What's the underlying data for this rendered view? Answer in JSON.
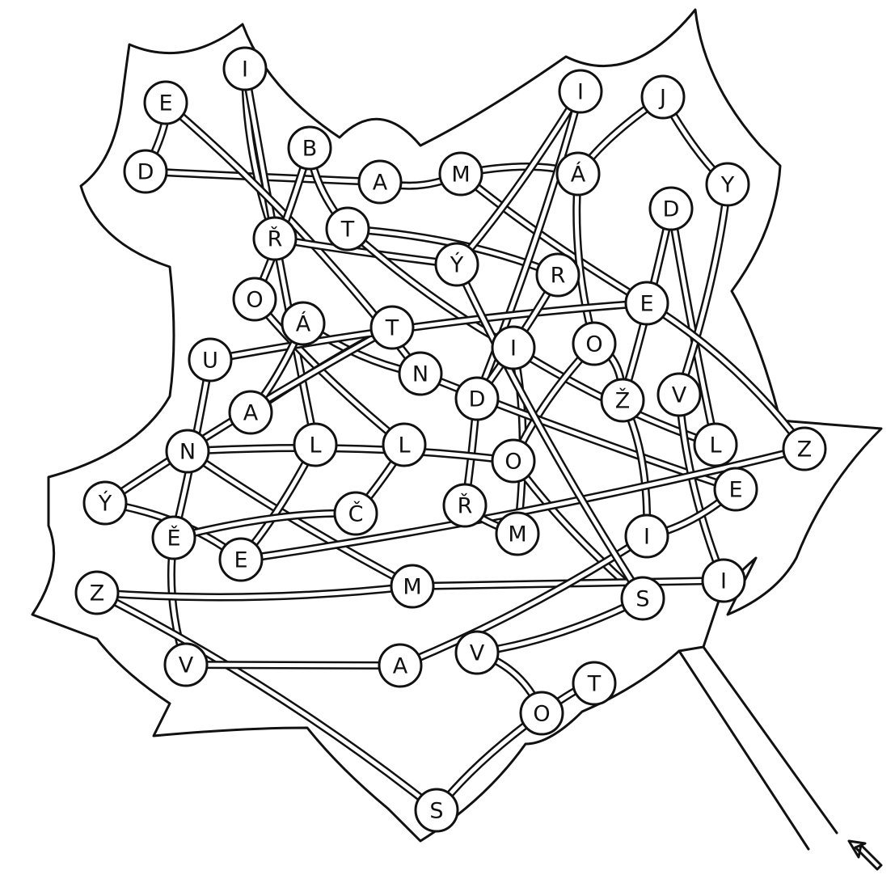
{
  "puzzle": {
    "kind": "letter-maze",
    "shape": "maple-leaf",
    "start_marker": "arrow-icon",
    "colors": {
      "ink": "#111111",
      "paper": "#ffffff"
    },
    "nodes": [
      {
        "id": "n01",
        "letter": "E"
      },
      {
        "id": "n02",
        "letter": "I"
      },
      {
        "id": "n03",
        "letter": "D"
      },
      {
        "id": "n04",
        "letter": "B"
      },
      {
        "id": "n05",
        "letter": "A"
      },
      {
        "id": "n06",
        "letter": "M"
      },
      {
        "id": "n07",
        "letter": "I"
      },
      {
        "id": "n08",
        "letter": "J"
      },
      {
        "id": "n09",
        "letter": "Á"
      },
      {
        "id": "n10",
        "letter": "Y"
      },
      {
        "id": "n11",
        "letter": "D"
      },
      {
        "id": "n12",
        "letter": "Ř"
      },
      {
        "id": "n13",
        "letter": "T"
      },
      {
        "id": "n14",
        "letter": "Ý"
      },
      {
        "id": "n15",
        "letter": "R"
      },
      {
        "id": "n16",
        "letter": "E"
      },
      {
        "id": "n17",
        "letter": "O"
      },
      {
        "id": "n18",
        "letter": "Á"
      },
      {
        "id": "n19",
        "letter": "T"
      },
      {
        "id": "n20",
        "letter": "I"
      },
      {
        "id": "n21",
        "letter": "O"
      },
      {
        "id": "n22",
        "letter": "U"
      },
      {
        "id": "n23",
        "letter": "N"
      },
      {
        "id": "n24",
        "letter": "D"
      },
      {
        "id": "n25",
        "letter": "Ž"
      },
      {
        "id": "n26",
        "letter": "V"
      },
      {
        "id": "n27",
        "letter": "A"
      },
      {
        "id": "n28",
        "letter": "N"
      },
      {
        "id": "n29",
        "letter": "L"
      },
      {
        "id": "n30",
        "letter": "L"
      },
      {
        "id": "n31",
        "letter": "O"
      },
      {
        "id": "n32",
        "letter": "L"
      },
      {
        "id": "n33",
        "letter": "Z"
      },
      {
        "id": "n34",
        "letter": "Ý"
      },
      {
        "id": "n35",
        "letter": "Ř"
      },
      {
        "id": "n36",
        "letter": "E"
      },
      {
        "id": "n37",
        "letter": "Ě"
      },
      {
        "id": "n38",
        "letter": "Č"
      },
      {
        "id": "n39",
        "letter": "M"
      },
      {
        "id": "n40",
        "letter": "I"
      },
      {
        "id": "n41",
        "letter": "E"
      },
      {
        "id": "n42",
        "letter": "Z"
      },
      {
        "id": "n43",
        "letter": "M"
      },
      {
        "id": "n44",
        "letter": "S"
      },
      {
        "id": "n45",
        "letter": "I"
      },
      {
        "id": "n46",
        "letter": "V"
      },
      {
        "id": "n47",
        "letter": "A"
      },
      {
        "id": "n48",
        "letter": "V"
      },
      {
        "id": "n49",
        "letter": "T"
      },
      {
        "id": "n50",
        "letter": "O"
      },
      {
        "id": "n51",
        "letter": "S"
      }
    ],
    "links": [
      [
        "n03",
        "n05"
      ],
      [
        "n05",
        "n06"
      ],
      [
        "n06",
        "n09"
      ],
      [
        "n09",
        "n08"
      ],
      [
        "n08",
        "n10"
      ],
      [
        "n01",
        "n03"
      ],
      [
        "n02",
        "n12"
      ],
      [
        "n02",
        "n29"
      ],
      [
        "n01",
        "n23"
      ],
      [
        "n04",
        "n13"
      ],
      [
        "n04",
        "n17"
      ],
      [
        "n13",
        "n15"
      ],
      [
        "n06",
        "n16"
      ],
      [
        "n07",
        "n14"
      ],
      [
        "n07",
        "n24"
      ],
      [
        "n09",
        "n21"
      ],
      [
        "n11",
        "n32"
      ],
      [
        "n10",
        "n26"
      ],
      [
        "n12",
        "n14"
      ],
      [
        "n13",
        "n20"
      ],
      [
        "n16",
        "n33"
      ],
      [
        "n17",
        "n30"
      ],
      [
        "n18",
        "n23"
      ],
      [
        "n19",
        "n27"
      ],
      [
        "n19",
        "n34"
      ],
      [
        "n20",
        "n32"
      ],
      [
        "n20",
        "n39"
      ],
      [
        "n21",
        "n31"
      ],
      [
        "n22",
        "n37"
      ],
      [
        "n22",
        "n16"
      ],
      [
        "n23",
        "n36"
      ],
      [
        "n24",
        "n35"
      ],
      [
        "n25",
        "n40"
      ],
      [
        "n26",
        "n45"
      ],
      [
        "n27",
        "n18"
      ],
      [
        "n28",
        "n31"
      ],
      [
        "n28",
        "n43"
      ],
      [
        "n29",
        "n41"
      ],
      [
        "n30",
        "n38"
      ],
      [
        "n31",
        "n44"
      ],
      [
        "n33",
        "n41"
      ],
      [
        "n34",
        "n41"
      ],
      [
        "n35",
        "n39"
      ],
      [
        "n36",
        "n40"
      ],
      [
        "n37",
        "n38"
      ],
      [
        "n37",
        "n48"
      ],
      [
        "n42",
        "n43"
      ],
      [
        "n42",
        "n51"
      ],
      [
        "n43",
        "n45"
      ],
      [
        "n44",
        "n46"
      ],
      [
        "n46",
        "n50"
      ],
      [
        "n47",
        "n48"
      ],
      [
        "n47",
        "n40"
      ],
      [
        "n49",
        "n50"
      ],
      [
        "n50",
        "n51"
      ],
      [
        "n18",
        "n27"
      ],
      [
        "n21",
        "n25"
      ],
      [
        "n14",
        "n44"
      ],
      [
        "n11",
        "n25"
      ],
      [
        "n15",
        "n24"
      ]
    ]
  }
}
